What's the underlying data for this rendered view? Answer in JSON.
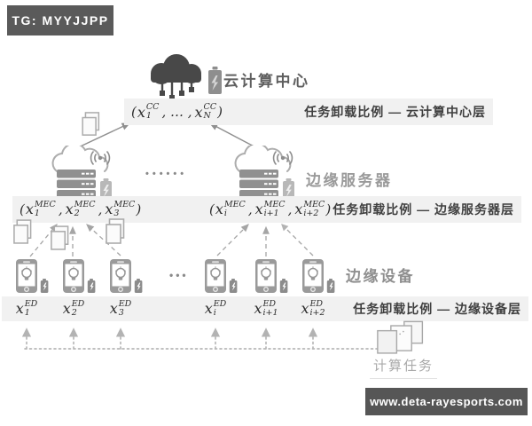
{
  "watermarks": {
    "top_left": "TG: MYYJJPP",
    "bottom_right": "www.deta-rayesports.com"
  },
  "layers": {
    "cloud": {
      "label": "云计算中心",
      "bar_caption": "任务卸载比例 — 云计算中心层"
    },
    "edge_server": {
      "label": "边缘服务器",
      "bar_caption": "任务卸载比例 — 边缘服务器层",
      "dots": "••••••"
    },
    "edge_device": {
      "label": "边缘设备",
      "bar_caption": "任务卸载比例 — 边缘设备层",
      "dots": "•••"
    },
    "task": {
      "label": "计算任务"
    }
  },
  "formulas": {
    "cc": {
      "open": "(",
      "ellipsis": ", … ,",
      "close": ")",
      "v1": {
        "base": "x",
        "sup": "CC",
        "sub": "1"
      },
      "v2": {
        "base": "x",
        "sup": "CC",
        "sub": "N"
      }
    },
    "mec_left": {
      "open": "(",
      "sep": ",",
      "close": ")",
      "vars": [
        {
          "base": "x",
          "sup": "MEC",
          "sub": "1"
        },
        {
          "base": "x",
          "sup": "MEC",
          "sub": "2"
        },
        {
          "base": "x",
          "sup": "MEC",
          "sub": "3"
        }
      ]
    },
    "mec_right": {
      "open": "(",
      "sep": ",",
      "close": ")",
      "vars": [
        {
          "base": "x",
          "sup": "MEC",
          "sub": "i"
        },
        {
          "base": "x",
          "sup": "MEC",
          "sub": "i+1"
        },
        {
          "base": "x",
          "sup": "MEC",
          "sub": "i+2"
        }
      ]
    },
    "ed_labels": [
      {
        "base": "x",
        "sup": "ED",
        "sub": "1"
      },
      {
        "base": "x",
        "sup": "ED",
        "sub": "2"
      },
      {
        "base": "x",
        "sup": "ED",
        "sub": "3"
      },
      {
        "base": "x",
        "sup": "ED",
        "sub": "i"
      },
      {
        "base": "x",
        "sup": "ED",
        "sub": "i+1"
      },
      {
        "base": "x",
        "sup": "ED",
        "sub": "i+2"
      }
    ]
  },
  "colors": {
    "bar_bg": "#f1f1f1",
    "badge_bg": "#5a5a5a",
    "icon_dark": "#484848",
    "icon_gray": "#979797",
    "caption_text": "#3f3f3f",
    "label_gray": "#9a9a9a"
  }
}
